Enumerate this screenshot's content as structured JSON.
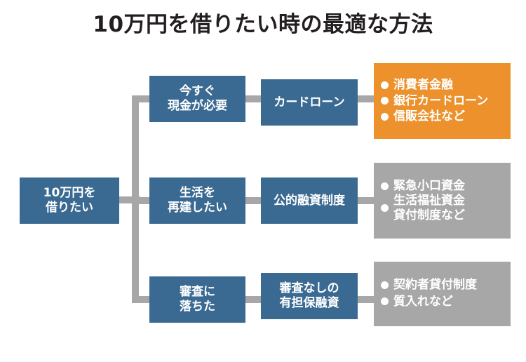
{
  "title": "10万円を借りたい時の最適な方法",
  "colors": {
    "blue": "#3a6a92",
    "orange": "#ec912c",
    "gray": "#a7a7a7",
    "connector": "#a7a7a7",
    "title_text": "#231f20",
    "node_text": "#ffffff",
    "background": "#ffffff"
  },
  "root": {
    "label": "10万円を\n借りたい"
  },
  "branches": [
    {
      "reason": "今すぐ\n現金が必要",
      "solution": "カードローン",
      "panel_style": "orange",
      "items": [
        "消費者金融",
        "銀行カードローン",
        "信販会社など"
      ]
    },
    {
      "reason": "生活を\n再建したい",
      "solution": "公的融資制度",
      "panel_style": "gray",
      "items": [
        "緊急小口資金",
        "生活福祉資金\n貸付制度など"
      ]
    },
    {
      "reason": "審査に\n落ちた",
      "solution": "審査なしの\n有担保融資",
      "panel_style": "gray",
      "items": [
        "契約者貸付制度",
        "質入れなど"
      ]
    }
  ]
}
